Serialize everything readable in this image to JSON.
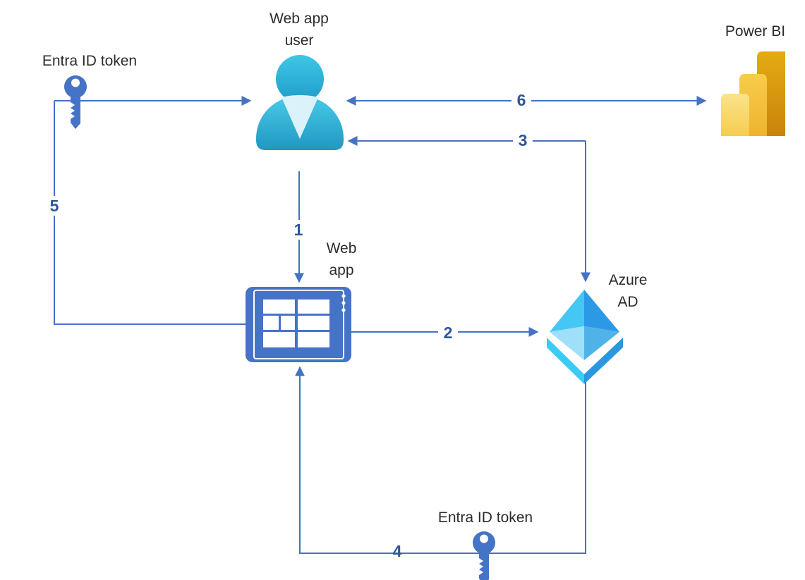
{
  "diagram": {
    "type": "flow-diagram",
    "description": "Power BI embedded authentication flow between web app user, web app, Azure AD and Power BI using Entra ID tokens",
    "nodes": {
      "user": {
        "label_line1": "Web app",
        "label_line2": "user",
        "icon": "user-person-icon"
      },
      "power_bi": {
        "label": "Power BI",
        "icon": "power-bi-bars-icon"
      },
      "token_top": {
        "label": "Entra ID token",
        "icon": "key-icon"
      },
      "token_bottom": {
        "label": "Entra ID token",
        "icon": "key-icon"
      },
      "web_app": {
        "label_line1": "Web",
        "label_line2": "app",
        "icon": "web-app-tablet-icon"
      },
      "azure_ad": {
        "label_line1": "Azure",
        "label_line2": "AD",
        "icon": "azure-ad-diamond-icon"
      }
    },
    "steps": {
      "s1": "1",
      "s2": "2",
      "s3": "3",
      "s4": "4",
      "s5": "5",
      "s6": "6"
    },
    "connectors": [
      {
        "step": "1",
        "from": "user",
        "to": "web_app",
        "arrow": "down"
      },
      {
        "step": "2",
        "from": "web_app",
        "to": "azure_ad",
        "arrow": "right"
      },
      {
        "step": "3",
        "from": "azure_ad",
        "to": "user",
        "arrow": "both-ends"
      },
      {
        "step": "4",
        "from": "azure_ad",
        "to": "web_app",
        "arrow": "up"
      },
      {
        "step": "5",
        "from": "token_top",
        "to": "web_app",
        "arrow": "into-user-and-web-app"
      },
      {
        "step": "6",
        "from": "user",
        "to": "power_bi",
        "arrow": "double"
      }
    ],
    "colors": {
      "connector": "#4472C4",
      "step_number": "#2E5597",
      "label_text": "#2B2B2B",
      "key_blue": "#4573C8",
      "tablet_blue": "#4573C8",
      "person_teal_light": "#3FC6E6",
      "person_teal_dark": "#1E9CC8",
      "person_collar": "#DCF2FA",
      "azure_face_ul": "#44C7F4",
      "azure_face_ur": "#2C99E6",
      "azure_face_ll": "#9FDFF8",
      "azure_face_lr": "#50B3E8",
      "azure_ribbon_left": "#3CCBF4",
      "azure_ribbon_right": "#2B97E0",
      "pbi_bar_light": "#FAE187",
      "pbi_bar_mid": "#F5C544",
      "pbi_bar_dark": "#DFA210"
    }
  }
}
